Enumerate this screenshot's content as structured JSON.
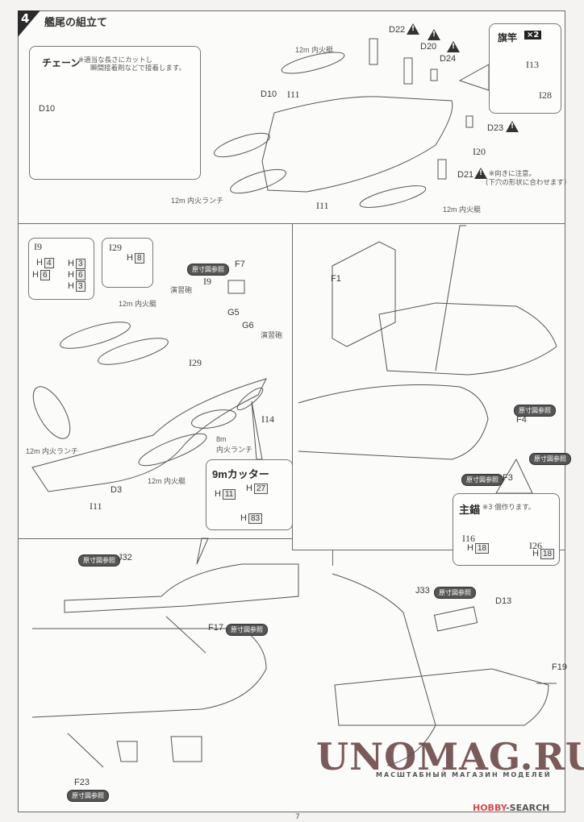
{
  "step": {
    "number": "4",
    "title": "艦尾の組立て"
  },
  "chain_inset": {
    "title": "チェーン",
    "note_line1": "※適当な長さにカットし",
    "note_line2": "瞬間接着剤などで接着します。",
    "part": "D10"
  },
  "top_diagram": {
    "labels": {
      "d10": "D10",
      "i11_top": "I11",
      "i11_bottom": "I11",
      "boat_12m_top": "12m 内火艇",
      "boat_12m_bottom": "12m 内火艇",
      "launch_12m": "12m 内火ランチ",
      "d22": "D22",
      "d20": "D20",
      "d24": "D24",
      "d23": "D23",
      "d21": "D21",
      "i20": "I20"
    },
    "d21_note_line1": "※向きに注意。",
    "d21_note_line2": "(下穴の形状に合わせます)"
  },
  "flagpole_inset": {
    "title": "旗竿",
    "multiplier": "×2",
    "part_a": "I13",
    "part_b": "I28"
  },
  "mid_left": {
    "i9_inset": {
      "title": "I9",
      "items": [
        {
          "prefix": "H",
          "num": "4"
        },
        {
          "prefix": "H",
          "num": "3"
        },
        {
          "prefix": "H",
          "num": "6"
        },
        {
          "prefix": "H",
          "num": "6"
        },
        {
          "prefix": "H",
          "num": "3"
        }
      ]
    },
    "i29_inset": {
      "title": "I29",
      "item": {
        "prefix": "H",
        "num": "8"
      }
    },
    "ref_badge": "原寸図参照",
    "labels": {
      "f7": "F7",
      "i9": "I9",
      "gun_a": "演習砲",
      "gun_b": "演習砲",
      "g5": "G5",
      "g6": "G6",
      "i29": "I29",
      "i14": "I14",
      "boat_12m_top": "12m 内火艇",
      "boat_12m_bottom": "12m 内火艇",
      "launch_12m": "12m 内火ランチ",
      "launch_8m_a": "8m",
      "launch_8m_b": "内火ランチ",
      "d3": "D3",
      "i11": "I11"
    },
    "cutter_inset": {
      "title": "9mカッター",
      "items": [
        {
          "prefix": "H",
          "num": "11"
        },
        {
          "prefix": "H",
          "num": "27"
        },
        {
          "prefix": "H",
          "num": "83"
        }
      ]
    }
  },
  "mid_right": {
    "labels": {
      "f1": "F1",
      "f4": "F4",
      "f3": "F3"
    },
    "ref_badge": "原寸図参照",
    "anchor_inset": {
      "title": "主錨",
      "note": "※3 個作ります。",
      "part_a": "I16",
      "part_a_h": {
        "prefix": "H",
        "num": "18"
      },
      "part_b": "I26",
      "part_b_h": {
        "prefix": "H",
        "num": "18"
      }
    }
  },
  "bottom_left": {
    "ref_badge": "原寸図参照",
    "labels": {
      "j32": "J32",
      "f17": "F17",
      "f23": "F23"
    }
  },
  "bottom_right": {
    "ref_badge": "原寸図参照",
    "labels": {
      "j33": "J33",
      "d13": "D13",
      "f19": "F19"
    }
  },
  "watermark": {
    "main": "UNOMAG.RU",
    "sub": "МАСШТАБНЫЙ МАГАЗИН МОДЕЛЕЙ"
  },
  "source_logo": {
    "part_a": "HOBBY",
    "part_b": "-SEARCH"
  },
  "page_number": "7"
}
